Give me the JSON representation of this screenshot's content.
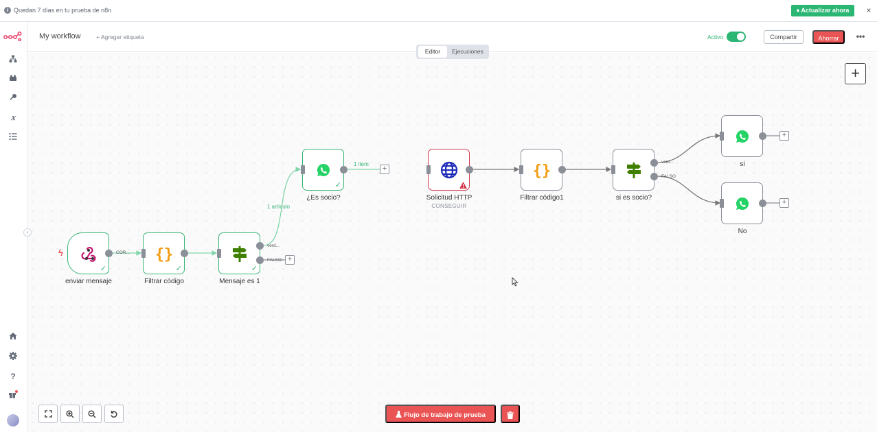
{
  "banner": {
    "message": "Quedan 7 días en tu prueba de n8n",
    "upgrade_label": "Actualizar ahora",
    "close_label": "×"
  },
  "header": {
    "workflow_name": "My workflow",
    "add_tag_label": "+ Agregar etiqueta",
    "active_label": "Activo",
    "share_label": "Compartir",
    "save_label": "Ahorrar",
    "more_label": "•••"
  },
  "tabs": {
    "editor": "Editor",
    "executions": "Ejecuciones"
  },
  "nodes": {
    "webhook": {
      "label": "enviar mensaje",
      "out_label": "COR..."
    },
    "code1": {
      "label": "Filtrar código"
    },
    "if1": {
      "label": "Mensaje es 1",
      "true_label": "verd...",
      "false_label": "FALSO"
    },
    "wa1": {
      "label": "¿Es socio?"
    },
    "http": {
      "label": "Solicitud HTTP",
      "sub": "CONSEGUIR"
    },
    "code2": {
      "label": "Filtrar código1"
    },
    "if2": {
      "label": "si es socio?",
      "true_label": "verd...",
      "false_label": "FALSO"
    },
    "wa_si": {
      "label": "si"
    },
    "wa_no": {
      "label": "No"
    }
  },
  "edges": {
    "articulo": "1 artículo",
    "item": "1 item"
  },
  "footer": {
    "test_label": "Flujo de trabajo de prueba"
  },
  "colors": {
    "success": "#38b476",
    "error": "#d23b4f",
    "accent": "#ea5455",
    "whatsapp": "#25d366"
  }
}
